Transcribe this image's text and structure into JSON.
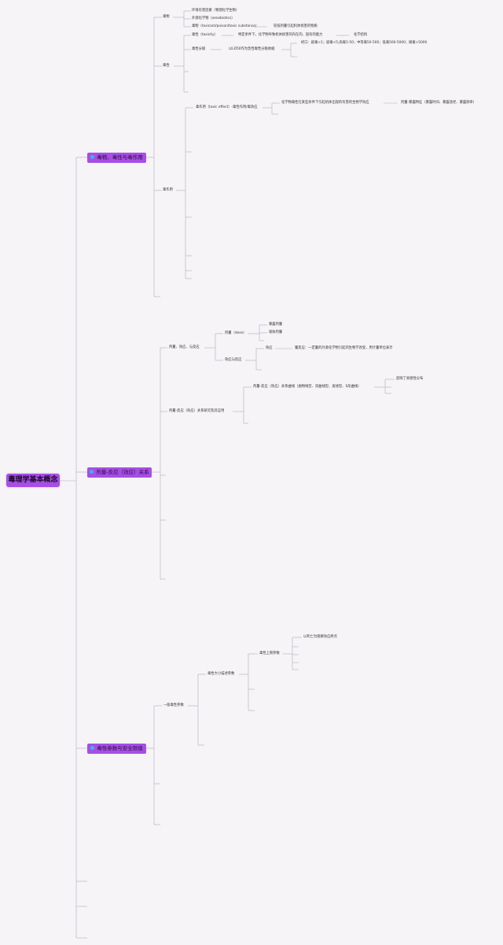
{
  "root": {
    "label": "毒理学基本概念"
  },
  "branches": [
    {
      "label": "毒物、毒性与毒作用"
    },
    {
      "label": "剂量-反应（效应）关系"
    },
    {
      "label": "毒性参数与安全限值"
    }
  ],
  "nodes": {
    "toxicant": "毒物",
    "env_pollutant": "环境有害因素（物理化学生物）",
    "xenobiotic": "外源化学物（xenobiotics）",
    "toxicant_def": "毒物（toxicant/poison/toxic substance）",
    "toxicant_def_desc": "较低剂量引起机体损害的物质",
    "toxicity_def": "毒性（toxicity）",
    "toxicity_desc": "特定条件下，化学物导致机体损害的内在的、固有的能力",
    "chem_structure": "化学结构",
    "tox_grade": "毒性分级",
    "ld50_grade": "以LD50作为急性毒性分级依据",
    "grade_values": "经口：剧毒<1；剧毒<5;高毒5-50；中等毒50-500；低毒500-5000；微毒>5000",
    "toxicity": "毒性",
    "toxic_effect": "毒作用（toxic effect）-毒性作用/毒效应",
    "toxic_effect_desc": "化学物毒性在某些条件下引起机体出现的有害的生物学效应",
    "dose_character": "剂量-暴露特征（暴露时间、暴露途径、暴露频率）",
    "toxic_action": "毒作用",
    "dose_response_intro": "剂量、效应、与反应",
    "dose": "剂量（dose）",
    "exposure_dose": "暴露剂量",
    "absorbed_dose": "吸收剂量",
    "effect_response": "效应与反应",
    "effect": "效应",
    "effect_desc": "量反应：一定量的外源化学物引起的生物学改变，用计量单位表示",
    "dr_research": "剂量-反应（效应）关系研究及其应用",
    "dr_curves": "剂量-反应（效应）关系曲线（抛物线型、双曲线型、直线型、S形曲线）",
    "reflect_variability": "反映了易感性分布",
    "general_params": "一般毒性参数",
    "magnitude_params": "毒性大小描述参数",
    "upper_limit_params": "毒性上限参数",
    "death_endpoint": "以死亡为观察效应终点"
  }
}
